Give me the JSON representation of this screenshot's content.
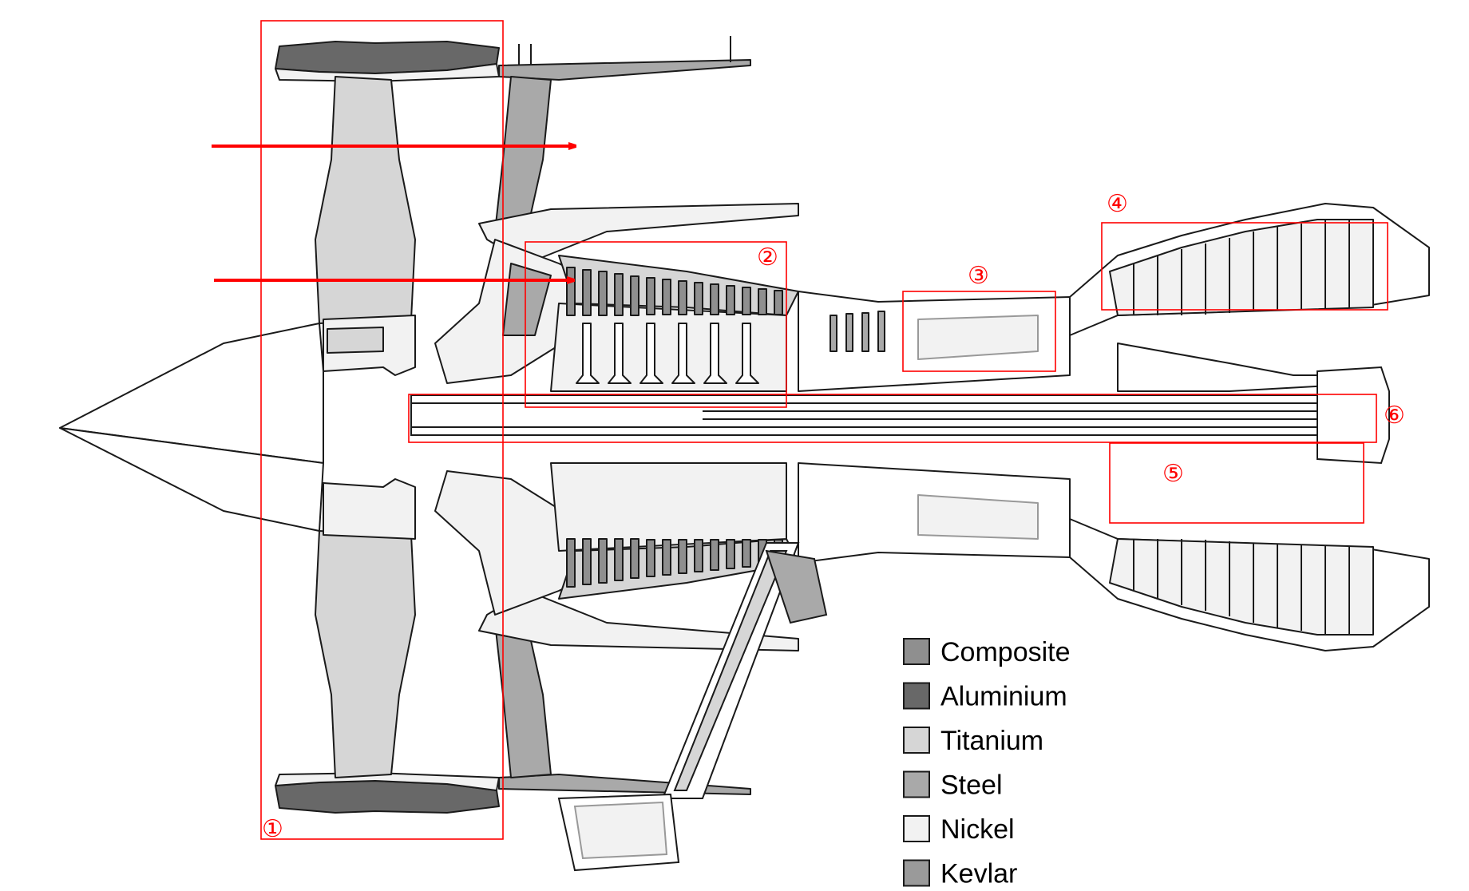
{
  "materials": [
    {
      "name": "Composite",
      "color": "#8f8f8f"
    },
    {
      "name": "Aluminium",
      "color": "#686868"
    },
    {
      "name": "Titanium",
      "color": "#d6d6d6"
    },
    {
      "name": "Steel",
      "color": "#a9a9a9"
    },
    {
      "name": "Nickel",
      "color": "#f2f2f2"
    },
    {
      "name": "Kevlar",
      "color": "#9a9a9a"
    }
  ],
  "regions": [
    {
      "label": "①"
    },
    {
      "label": "②"
    },
    {
      "label": "③"
    },
    {
      "label": "④"
    },
    {
      "label": "⑤"
    },
    {
      "label": "⑥"
    }
  ],
  "accent_color": "#ff0000",
  "line_color": "#1a1a1a"
}
